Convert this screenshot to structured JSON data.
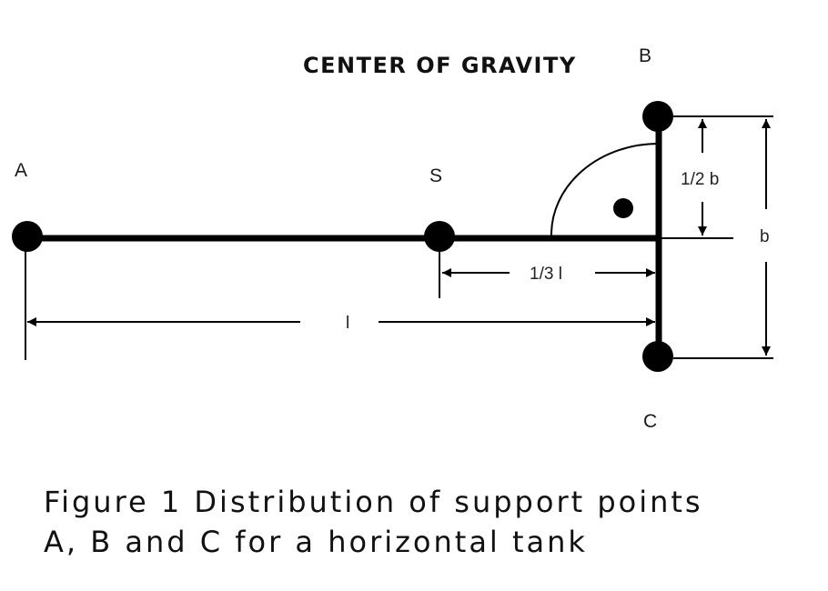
{
  "title": "CENTER OF GRAVITY",
  "points": {
    "a": "A",
    "b": "B",
    "c": "C",
    "s": "S"
  },
  "dimensions": {
    "half_b": "1/2 b",
    "b": "b",
    "third_l": "1/3 l",
    "l": "l"
  },
  "caption": {
    "line1": "Figure 1 Distribution of support points",
    "line2": "A, B and C for a horizontal tank"
  }
}
